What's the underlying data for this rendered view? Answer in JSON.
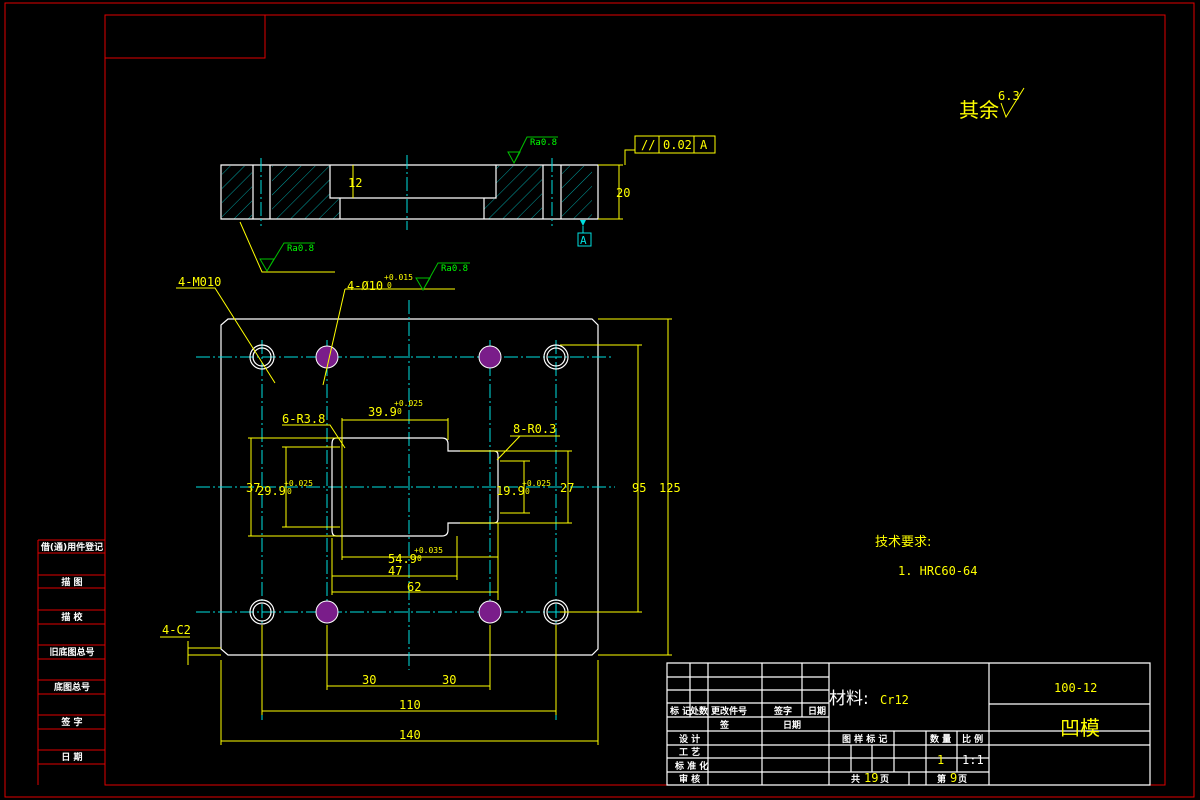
{
  "colors": {
    "background": "#000000",
    "frame": "#e00000",
    "outline": "#ffffff",
    "dimension": "#ffff00",
    "centerline": "#00e0e0",
    "roughness": "#00ff00"
  },
  "roughness": {
    "default_label": "其余",
    "default_value": "6.3",
    "top": "Ra0.8",
    "bottom": "Ra0.8",
    "hole": "Ra0.8"
  },
  "tolerance_frame": {
    "symbol": "//",
    "value": "0.02",
    "datum": "A"
  },
  "datum_label": "A",
  "section_dims": {
    "depth": "12",
    "thickness": "20"
  },
  "plan_dims": {
    "thread_holes": "4-M010",
    "pin_holes": "4-Ø10",
    "pin_tol_upper": "+0.015",
    "pin_tol_lower": "0",
    "corner_r1": "6-R3.8",
    "corner_r2": "8-R0.3",
    "w39": "39.9",
    "w39_tol_upper": "+0.025",
    "w39_tol_lower": "0",
    "h37": "37",
    "h29": "29.9",
    "h29_tol_upper": "+0.025",
    "h29_tol_lower": "0",
    "h19": "19.9",
    "h19_tol_upper": "+0.025",
    "h19_tol_lower": "0",
    "h27": "27",
    "w54": "54.9",
    "w54_tol_upper": "+0.035",
    "w54_tol_lower": "0",
    "w47": "47",
    "w62": "62",
    "h95": "95",
    "h125": "125",
    "w30a": "30",
    "w30b": "30",
    "w110": "110",
    "w140": "140",
    "chamfer": "4-C2"
  },
  "tech_req": {
    "title": "技术要求:",
    "item1": "1.  HRC60-64"
  },
  "left_strip": [
    "借(通)用件登记",
    "描 图",
    "描 校",
    "旧底图总号",
    "底图总号",
    "签 字",
    "日 期"
  ],
  "title_block": {
    "material_label": "材料:",
    "material": "Cr12",
    "drawing_no": "100-12",
    "part_name": "凹模",
    "rev_headers": [
      "标 记",
      "处数",
      "更改件号",
      "签字",
      "日期"
    ],
    "sign_row": [
      "签",
      "日期"
    ],
    "roles": [
      "设 计",
      "工 艺",
      "标 准 化",
      "审 核"
    ],
    "stage_label": "图 样 标 记",
    "qty_label": "数 量",
    "scale_label": "比 例",
    "qty": "1",
    "scale": "1:1",
    "total_prefix": "共",
    "total_sheets": "19",
    "total_suffix": "页",
    "sheet_prefix": "第",
    "sheet_no": "9",
    "sheet_suffix": "页"
  }
}
